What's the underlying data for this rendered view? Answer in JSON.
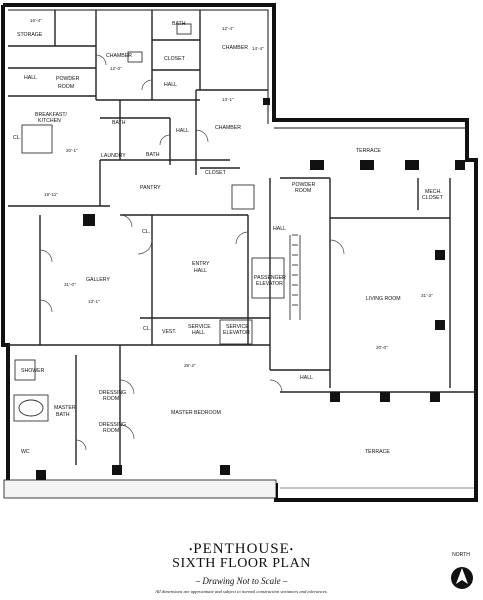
{
  "rooms": {
    "storage": "STORAGE",
    "chamber_1": "CHAMBER",
    "bath_top": "BATH",
    "chamber_2": "CHAMBER",
    "closet_1": "CLOSET",
    "hall_a": "HALL",
    "powder_room_1a": "POWDER",
    "powder_room_1b": "ROOM",
    "hall_b": "HALL",
    "breakfast_a": "BREAKFAST/",
    "breakfast_b": "KITCHEN",
    "bath_2": "BATH",
    "hall_c": "HALL",
    "chamber_3": "CHAMBER",
    "cl_1": "CL.",
    "laundry": "LAUNDRY",
    "bath_3": "BATH",
    "terrace_top": "TERRACE",
    "closet_2": "CLOSET",
    "pantry": "PANTRY",
    "powder_room_2a": "POWDER",
    "powder_room_2b": "ROOM",
    "mech_a": "MECH.",
    "mech_b": "CLOSET",
    "cl_2": "CL.",
    "hall_d": "HALL",
    "gallery": "GALLERY",
    "entry_a": "ENTRY",
    "entry_b": "HALL",
    "passenger_a": "PASSENGER",
    "passenger_b": "ELEVATOR",
    "living_room": "LIVING ROOM",
    "cl_3": "CL.",
    "vest": "VEST.",
    "service_hall_a": "SERVICE",
    "service_hall_b": "HALL",
    "service_elev_a": "SERVICE",
    "service_elev_b": "ELEVATOR",
    "hall_e": "HALL",
    "shower": "SHOWER",
    "master_bath_a": "MASTER",
    "master_bath_b": "BATH",
    "dressing_1a": "DRESSING",
    "dressing_1b": "ROOM",
    "master_bedroom": "MASTER BEDROOM",
    "dressing_2a": "DRESSING",
    "dressing_2b": "ROOM",
    "wc": "WC",
    "terrace_bottom": "TERRACE"
  },
  "dimensions": {
    "d_storage": "16'-4\"",
    "d_chamber1": "12'-0\"",
    "d_chamber2": "12'-4\"",
    "d_chamber2_v": "14'-4\"",
    "d_chamber3": "13'-1\"",
    "d_kitchen_v": "20'-1\"",
    "d_kitchen": "19'-11\"",
    "d_gallery_v": "31'-0\"",
    "d_gallery": "13'-1\"",
    "d_living": "20'-0\"",
    "d_living_v": "31'-3\"",
    "d_master": "28'-2\""
  },
  "titles": {
    "line1": "PENTHOUSE",
    "line2": "SIXTH FLOOR PLAN",
    "drawing_note": "– Drawing Not to Scale –",
    "disclaimer": "All dimensions are approximate and subject to normal construction variances and tolerances.",
    "north": "NORTH"
  }
}
